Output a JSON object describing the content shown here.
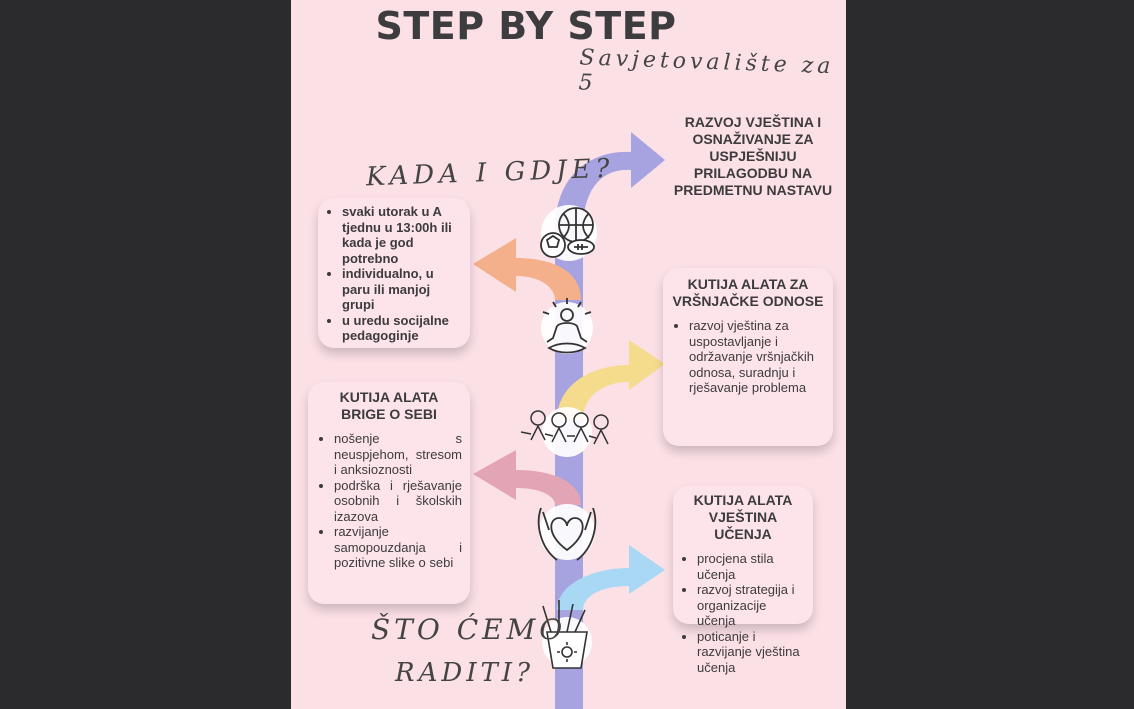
{
  "poster": {
    "title": "STEP BY STEP",
    "subtitle": "Savjetovalište za 5",
    "when_where_heading": "KADA I GDJE?",
    "what_heading_line1": "ŠTO ĆEMO",
    "what_heading_line2": "RADITI?"
  },
  "when_card": {
    "items": [
      "svaki utorak u A tjednu u 13:00h ili kada je god potrebno",
      "individualno, u paru ili manjoj grupi",
      "u uredu socijalne pedagoginje"
    ]
  },
  "skills_card": {
    "text": "RAZVOJ VJEŠTINA I OSNAŽIVANJE ZA USPJEŠNIJU PRILAGODBU NA PREDMETNU NASTAVU"
  },
  "peer_card": {
    "heading": "KUTIJA ALATA ZA VRŠNJAČKE ODNOSE",
    "items": [
      "razvoj vještina za uspostavljanje i održavanje vršnjačkih odnosa, suradnju i rješavanje problema"
    ]
  },
  "self_card": {
    "heading": "KUTIJA ALATA BRIGE O SEBI",
    "items": [
      "nošenje s neuspjehom, stresom i anksioznosti",
      "podrška i rješavanje osobnih i školskih izazova",
      "razvijanje samopouzdanja i pozitivne slike o sebi"
    ]
  },
  "learn_card": {
    "heading": "KUTIJA ALATA VJEŠTINA UČENJA",
    "items": [
      "procjena stila učenja",
      "razvoj strategija i organizacije učenja",
      "poticanje i razvijanje vještina učenja"
    ]
  },
  "icons": [
    "sports-balls-icon",
    "meditation-icon",
    "friends-group-icon",
    "heart-hands-icon",
    "pencil-cup-icon"
  ],
  "colors": {
    "background": "#fbe0e6",
    "page_bg": "#2b2b2d",
    "timeline": "#a7a3e0",
    "arrow_purple": "#a7a3e0",
    "arrow_orange": "#f4b08a",
    "arrow_yellow": "#f5dc8c",
    "arrow_pink": "#e3a5b6",
    "arrow_blue": "#a9d8f5"
  }
}
